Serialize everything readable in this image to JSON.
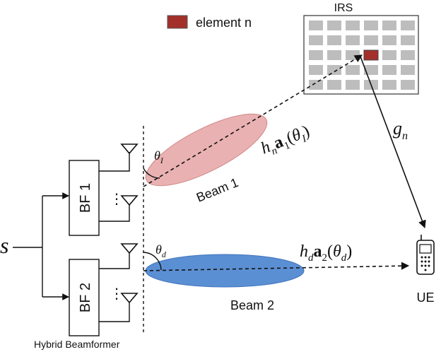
{
  "colors": {
    "irs_highlight": "#a3302b",
    "beam1_fill": "#e9b1b1",
    "beam1_stroke": "#d18888",
    "beam2_fill": "#5b8fd3",
    "beam2_stroke": "#3f74bd",
    "irs_panel": "#ffffff",
    "irs_cell": "#bdbdbd"
  },
  "legend": {
    "label": "element n"
  },
  "irs": {
    "label": "IRS",
    "rows": 5,
    "cols": 6,
    "highlight_row": 2,
    "highlight_col": 3
  },
  "ue": {
    "label": "UE",
    "icon": "mobile-phone-icon"
  },
  "source": {
    "label": "s"
  },
  "bf1": {
    "label": "BF 1"
  },
  "bf2": {
    "label": "BF 2"
  },
  "hybrid": {
    "label": "Hybrid Beamformer"
  },
  "beam1": {
    "label": "Beam 1",
    "angle_sym": "θ",
    "angle_sub": "I",
    "expr_h": "h",
    "expr_h_sub": "n",
    "expr_a": "a",
    "expr_a_sub": "1",
    "expr_open": "(",
    "expr_theta": "θ",
    "expr_theta_sub": "I",
    "expr_close": ")"
  },
  "beam2": {
    "label": "Beam 2",
    "angle_sym": "θ",
    "angle_sub": "d",
    "expr_h": "h",
    "expr_h_sub": "d",
    "expr_a": "a",
    "expr_a_sub": "2",
    "expr_open": "(",
    "expr_theta": "θ",
    "expr_theta_sub": "d",
    "expr_close": ")"
  },
  "irs_link": {
    "sym": "g",
    "sub": "n"
  },
  "dots": "⋮"
}
